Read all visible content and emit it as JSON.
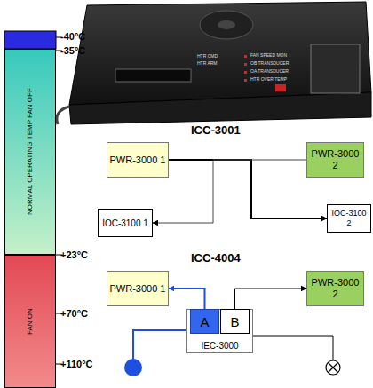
{
  "diagram": {
    "nodes": [
      {
        "text": [
          "NORMAL OPERATING TEMP FAN OFF"
        ]
      },
      {
        "text": [
          "FAN ON"
        ]
      },
      {
        "text": [
          "PWR-3000 1"
        ]
      },
      {
        "text": [
          "PWR-3000 2"
        ]
      },
      {
        "text": [
          "IOC-3100 1"
        ]
      },
      {
        "text": [
          "IOC-3100 2"
        ]
      },
      {
        "text": [
          "PWR-3000 1"
        ]
      },
      {
        "text": [
          "PWR-3000 2"
        ]
      },
      {
        "text": [
          "IEC-3000"
        ]
      },
      {
        "text": [
          "A"
        ],
        "in": 8
      },
      {
        "text": [
          "B"
        ],
        "in": 8
      }
    ],
    "edges": [
      {
        "from": 2,
        "to": 5,
        "arrow": "to"
      },
      {
        "from": 3,
        "to": 4,
        "arrow": "to"
      },
      {
        "from": 9,
        "to": 6,
        "arrow": "to"
      },
      {
        "from": 10,
        "to": 7,
        "arrow": "to"
      }
    ],
    "labels": [
      "-40°C",
      "-35°C",
      "+23°C",
      "+70°C",
      "+110°C",
      "ICC-3001",
      "ICC-4004",
      "HTR CMD",
      "HTR ARM",
      "FAN SPEED MON",
      "OB TRANSDUCER",
      "OA TRANSDUCER",
      "HTR OVER TEMP"
    ]
  }
}
